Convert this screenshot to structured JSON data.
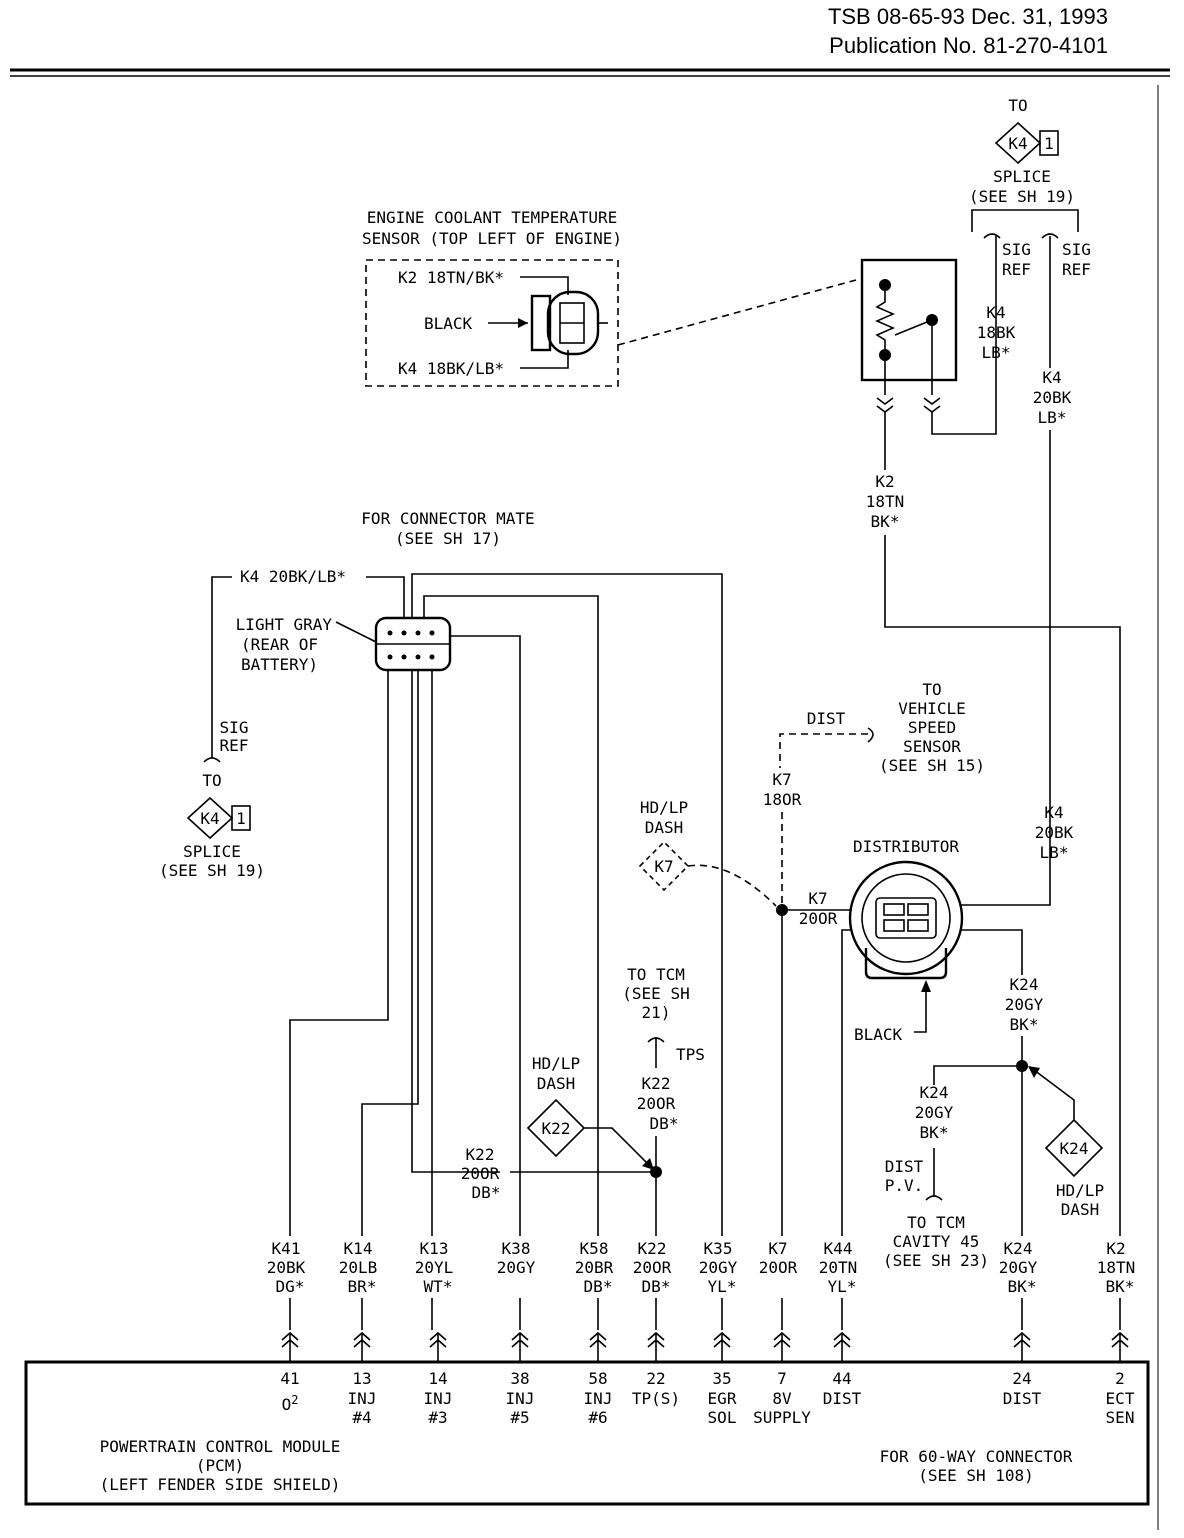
{
  "header": {
    "line1": "TSB 08-65-93 Dec. 31, 1993",
    "line2": "Publication No. 81-270-4101"
  },
  "ect_sensor": {
    "title1": "ENGINE COOLANT TEMPERATURE",
    "title2": "SENSOR (TOP LEFT OF ENGINE)",
    "wire_k2": "K2 18TN/BK*",
    "color": "BLACK",
    "wire_k4": "K4 18BK/LB*"
  },
  "splice_top": {
    "to": "TO",
    "code": "K4",
    "num": "1",
    "label1": "SPLICE",
    "label2": "(SEE SH 19)"
  },
  "sig_ref": {
    "a": "SIG",
    "b": "REF"
  },
  "sensor_wires": {
    "k4a": [
      "K4",
      "18BK",
      "LB*"
    ],
    "k4b": [
      "K4",
      "20BK",
      "LB*"
    ],
    "k2": [
      "K2",
      "18TN",
      "BK*"
    ]
  },
  "connector_mate": {
    "title1": "FOR CONNECTOR MATE",
    "title2": "(SEE SH 17)",
    "wire_k4": "K4 20BK/LB*",
    "color1": "LIGHT GRAY",
    "color2": "(REAR OF",
    "color3": "BATTERY)"
  },
  "splice_left": {
    "sig": "SIG",
    "ref": "REF",
    "to": "TO",
    "code": "K4",
    "num": "1",
    "label1": "SPLICE",
    "label2": "(SEE SH 19)"
  },
  "vss": {
    "dist": "DIST",
    "lines": [
      "TO",
      "VEHICLE",
      "SPEED",
      "SENSOR",
      "(SEE SH 15)"
    ],
    "wire": [
      "K7",
      "18OR"
    ]
  },
  "hd_dash_k7": {
    "line1": "HD/LP",
    "line2": "DASH",
    "code": "K7"
  },
  "distributor": {
    "title": "DISTRIBUTOR",
    "k7": [
      "K7",
      "20OR"
    ],
    "k4": [
      "K4",
      "20BK",
      "LB*"
    ],
    "color": "BLACK",
    "k24": [
      "K24",
      "20GY",
      "BK*"
    ]
  },
  "tcm": {
    "lines": [
      "TO TCM",
      "(SEE SH",
      "21)"
    ],
    "tps": "TPS",
    "wire": [
      "K22",
      "20OR",
      "DB*"
    ]
  },
  "hd_dash_k22": {
    "line1": "HD/LP",
    "line2": "DASH",
    "code": "K22"
  },
  "k22_mid": [
    "K22",
    "20OR",
    "DB*"
  ],
  "dist_pv": {
    "k24": [
      "K24",
      "20GY",
      "BK*"
    ],
    "dist": "DIST",
    "pv": "P.V.",
    "to": [
      "TO TCM",
      "CAVITY 45",
      "(SEE SH 23)"
    ]
  },
  "hd_dash_k24": {
    "line1": "HD/LP",
    "line2": "DASH",
    "code": "K24"
  },
  "pcm_wires": [
    {
      "circuit": "K41",
      "gauge": "20BK",
      "color": "DG*",
      "cavity": "41",
      "func1": "O2",
      "func2": ""
    },
    {
      "circuit": "K14",
      "gauge": "20LB",
      "color": "BR*",
      "cavity": "13",
      "func1": "INJ",
      "func2": "#4"
    },
    {
      "circuit": "K13",
      "gauge": "20YL",
      "color": "WT*",
      "cavity": "14",
      "func1": "INJ",
      "func2": "#3"
    },
    {
      "circuit": "K38",
      "gauge": "20GY",
      "color": "",
      "cavity": "38",
      "func1": "INJ",
      "func2": "#5"
    },
    {
      "circuit": "K58",
      "gauge": "20BR",
      "color": "DB*",
      "cavity": "58",
      "func1": "INJ",
      "func2": "#6"
    },
    {
      "circuit": "K22",
      "gauge": "20OR",
      "color": "DB*",
      "cavity": "22",
      "func1": "TP(S)",
      "func2": ""
    },
    {
      "circuit": "K35",
      "gauge": "20GY",
      "color": "YL*",
      "cavity": "35",
      "func1": "EGR",
      "func2": "SOL"
    },
    {
      "circuit": "K7",
      "gauge": "20OR",
      "color": "",
      "cavity": "7",
      "func1": "8V",
      "func2": "SUPPLY"
    },
    {
      "circuit": "K44",
      "gauge": "20TN",
      "color": "YL*",
      "cavity": "44",
      "func1": "DIST",
      "func2": ""
    },
    {
      "circuit": "K24",
      "gauge": "20GY",
      "color": "BK*",
      "cavity": "24",
      "func1": "DIST",
      "func2": ""
    },
    {
      "circuit": "K2",
      "gauge": "18TN",
      "color": "BK*",
      "cavity": "2",
      "func1": "ECT",
      "func2": "SEN"
    }
  ],
  "pcm": {
    "line1": "POWERTRAIN CONTROL MODULE",
    "line2": "(PCM)",
    "line3": "(LEFT FENDER SIDE SHIELD)",
    "conn1": "FOR 60-WAY CONNECTOR",
    "conn2": "(SEE SH 108)"
  }
}
